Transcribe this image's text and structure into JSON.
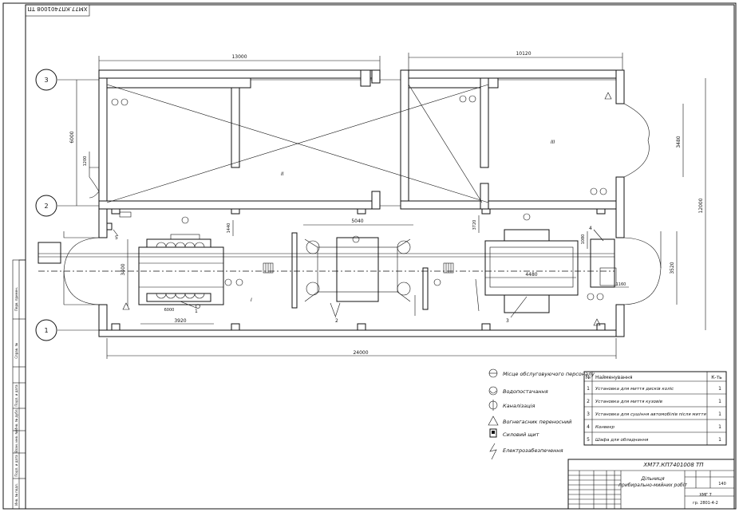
{
  "stamp_top": "ХМ77.КП7401008 ТП",
  "axes": {
    "a3": "3",
    "a2": "2",
    "a1": "1"
  },
  "dims": {
    "d13000": "13000",
    "d10120": "10120",
    "d6000": "6000",
    "d1200": "1200",
    "d3480": "3480",
    "d12000": "12000",
    "d3520": "3520",
    "d3400": "3400",
    "d1440": "1440",
    "d5040": "5040",
    "d3720": "3720",
    "d1080": "1080",
    "d4480": "4480",
    "d1160": "1160",
    "d6000b": "6000",
    "d3920": "3920",
    "d24000": "24000"
  },
  "rooms": {
    "r2": "II",
    "r3": "III",
    "r1": "I"
  },
  "markers": {
    "m1": "1",
    "m2": "2",
    "m3": "3",
    "m4": "4",
    "m5": "5"
  },
  "legend": [
    {
      "id": "operator",
      "label": "Місце обслуговуючого персоналу"
    },
    {
      "id": "water",
      "label": "Водопостачання"
    },
    {
      "id": "sewer",
      "label": "Каналізація"
    },
    {
      "id": "compressed",
      "label": "Вогнегасник переносний"
    },
    {
      "id": "power",
      "label": "Силовий щит"
    },
    {
      "id": "electric",
      "label": "Електрозабезпечення"
    }
  ],
  "spec": {
    "headers": {
      "num": "№",
      "name": "Найменування",
      "qty": "К-ть"
    },
    "rows": [
      {
        "num": "1",
        "name": "Установка для миття дисків коліс",
        "qty": "1"
      },
      {
        "num": "2",
        "name": "Установка для миття кузовів",
        "qty": "1"
      },
      {
        "num": "3",
        "name": "Установка для сушіння автомобілів після миття",
        "qty": "1"
      },
      {
        "num": "4",
        "name": "Конвеєр",
        "qty": "1"
      },
      {
        "num": "5",
        "name": "Шафа для обладнання",
        "qty": "1"
      }
    ]
  },
  "title_block": {
    "code": "ХМ77.КП7401008 ТП",
    "title_line1": "Дільниця",
    "title_line2": "прибирально-мийних робіт",
    "sheet": "140",
    "group": "ХМГ 7",
    "org": "гр. 2801-4-2"
  },
  "side_labels": {
    "s1": "Перв. примен.",
    "s2": "Справ. №",
    "s3": "Подп. и дата",
    "s4": "Инв. № дубл.",
    "s5": "Взам. инв. №",
    "s6": "Подп. и дата",
    "s7": "Инв. № подл."
  }
}
